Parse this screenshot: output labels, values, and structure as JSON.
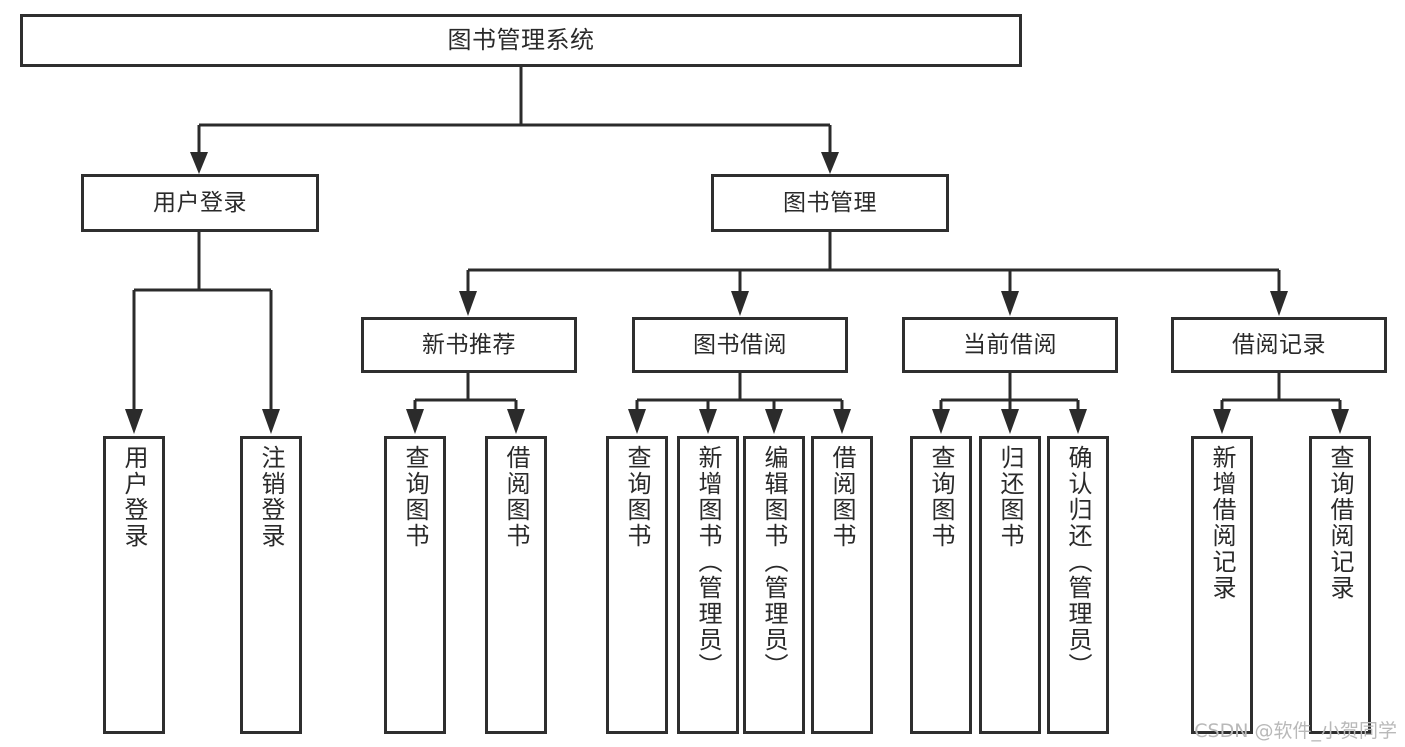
{
  "diagram": {
    "title": "图书管理系统",
    "type": "tree-hierarchy-chart",
    "orientation": "top-down",
    "colors": {
      "box_border": "#2f2f2f",
      "box_fill": "#ffffff",
      "connector": "#2b2b2b",
      "text": "#262626",
      "watermark": "#b9b9b9",
      "background": "#ffffff"
    }
  },
  "watermark": {
    "text": "CSDN @软件_小贺同学"
  },
  "root": {
    "label": "图书管理系统"
  },
  "level1": [
    {
      "label": "用户登录"
    },
    {
      "label": "图书管理"
    }
  ],
  "level2": [
    {
      "label": "新书推荐"
    },
    {
      "label": "图书借阅"
    },
    {
      "label": "当前借阅"
    },
    {
      "label": "借阅记录"
    }
  ],
  "leaves": {
    "user_login": [
      {
        "label": "用户登录"
      },
      {
        "label": "注销登录"
      }
    ],
    "new_book_recommend": [
      {
        "label": "查询图书"
      },
      {
        "label": "借阅图书"
      }
    ],
    "book_borrow": [
      {
        "label": "查询图书"
      },
      {
        "label": "新增图书（管理员）"
      },
      {
        "label": "编辑图书（管理员）"
      },
      {
        "label": "借阅图书"
      }
    ],
    "current_borrow": [
      {
        "label": "查询图书"
      },
      {
        "label": "归还图书"
      },
      {
        "label": "确认归还（管理员）"
      }
    ],
    "borrow_record": [
      {
        "label": "新增借阅记录"
      },
      {
        "label": "查询借阅记录"
      }
    ]
  }
}
